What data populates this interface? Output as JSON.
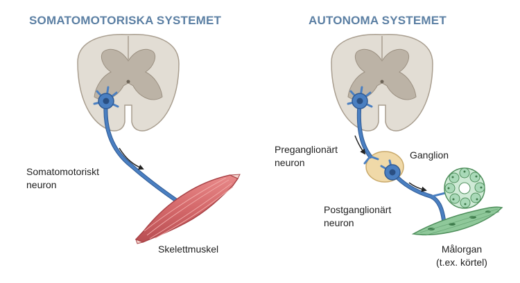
{
  "titles": {
    "somatic": "SOMATOMOTORISKA SYSTEMET",
    "autonomic": "AUTONOMA SYSTEMET"
  },
  "labels": {
    "somatomotor_neuron": [
      "Somatomotoriskt",
      "neuron"
    ],
    "skeletal_muscle": "Skelettmuskel",
    "preganglionic_neuron": [
      "Preganglionärt",
      "neuron"
    ],
    "ganglion": "Ganglion",
    "postganglionic_neuron": [
      "Postganglionärt",
      "neuron"
    ],
    "target_organ": [
      "Målorgan",
      "(t.ex. körtel)"
    ]
  },
  "colors": {
    "title": "#5b7fa3",
    "spinal_white_matter": "#e2ddd4",
    "spinal_grey_matter": "#bcb3a6",
    "neuron": "#4a7fc1",
    "neuron_outline": "#2f5a94",
    "muscle": "#d4686a",
    "ganglion": "#f0d9a8",
    "gland": "#a9d9b8",
    "smooth_muscle": "#8fc89a"
  }
}
